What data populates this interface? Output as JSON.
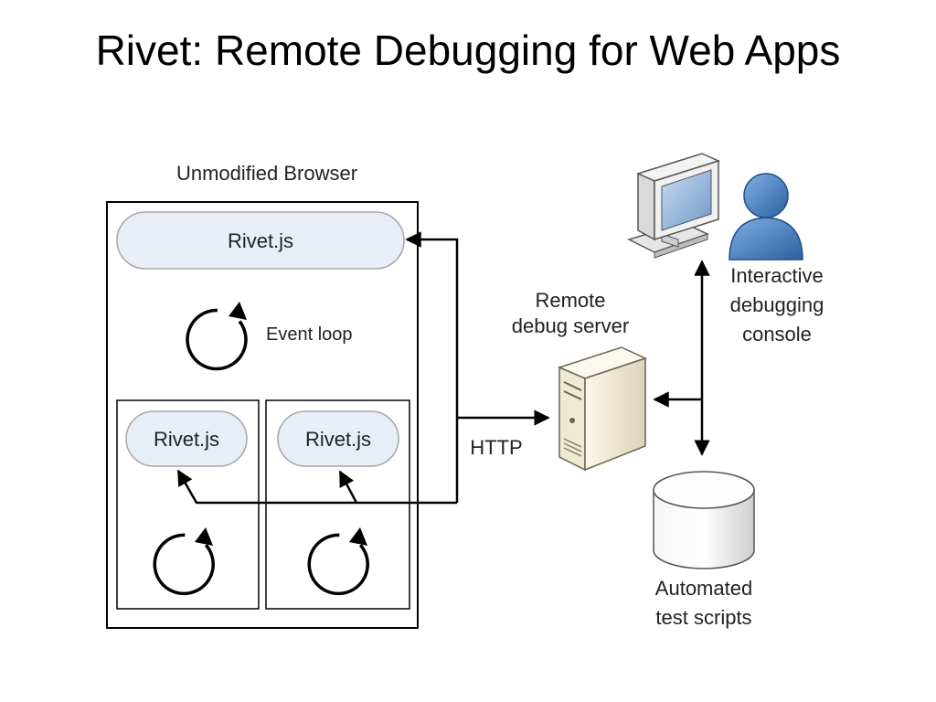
{
  "slide": {
    "title": "Rivet: Remote Debugging for Web Apps"
  },
  "diagram": {
    "browser": {
      "label": "Unmodified Browser",
      "main_agent": "Rivet.js",
      "event_loop_label": "Event loop",
      "frames": [
        {
          "agent": "Rivet.js"
        },
        {
          "agent": "Rivet.js"
        }
      ]
    },
    "connection_label": "HTTP",
    "server": {
      "label_line1": "Remote",
      "label_line2": "debug server"
    },
    "console": {
      "label_line1": "Interactive",
      "label_line2": "debugging",
      "label_line3": "console"
    },
    "tests": {
      "label_line1": "Automated",
      "label_line2": "test scripts"
    },
    "colors": {
      "agent_fill": "#e8eef8",
      "agent_border": "#a6a6a6",
      "person": "#3f79c1",
      "server_body": "#f2ecd9",
      "monitor_screen": "#8fb2d8"
    }
  }
}
